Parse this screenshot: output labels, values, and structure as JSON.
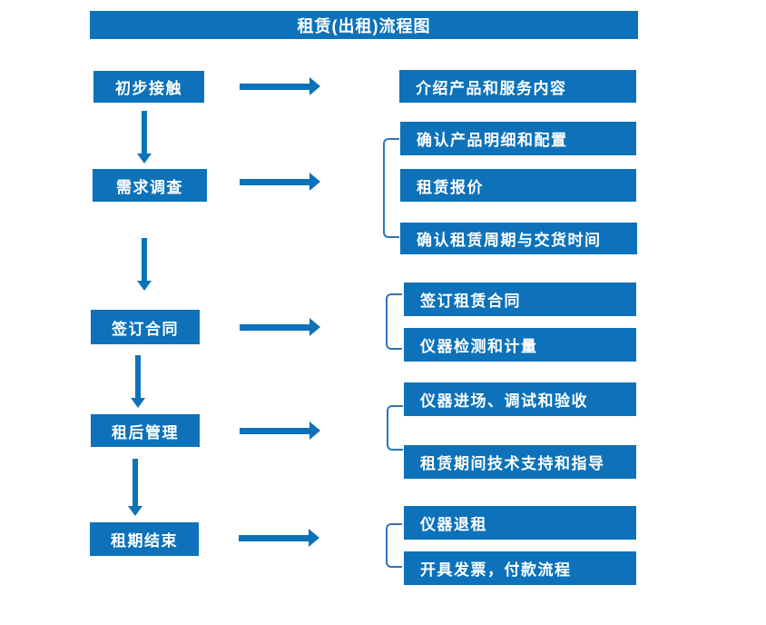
{
  "title": "租赁(出租)流程图",
  "colors": {
    "primary_blue": "#0d72b9",
    "bracket_blue": "#2e74b5",
    "text_white": "#ffffff"
  },
  "flow": {
    "stages": [
      {
        "label": "初步接触",
        "details": [
          "介绍产品和服务内容"
        ]
      },
      {
        "label": "需求调查",
        "details": [
          "确认产品明细和配置",
          "租赁报价",
          "确认租赁周期与交货时间"
        ]
      },
      {
        "label": "签订合同",
        "details": [
          "签订租赁合同",
          "仪器检测和计量"
        ]
      },
      {
        "label": "租后管理",
        "details": [
          "仪器进场、调试和验收",
          "租赁期间技术支持和指导"
        ]
      },
      {
        "label": "租期结束",
        "details": [
          "仪器退租",
          "开具发票，付款流程"
        ]
      }
    ],
    "connectors": {
      "between_stages": "down-arrow",
      "stage_to_details": "right-arrow",
      "details_grouping": "left-bracket"
    }
  }
}
